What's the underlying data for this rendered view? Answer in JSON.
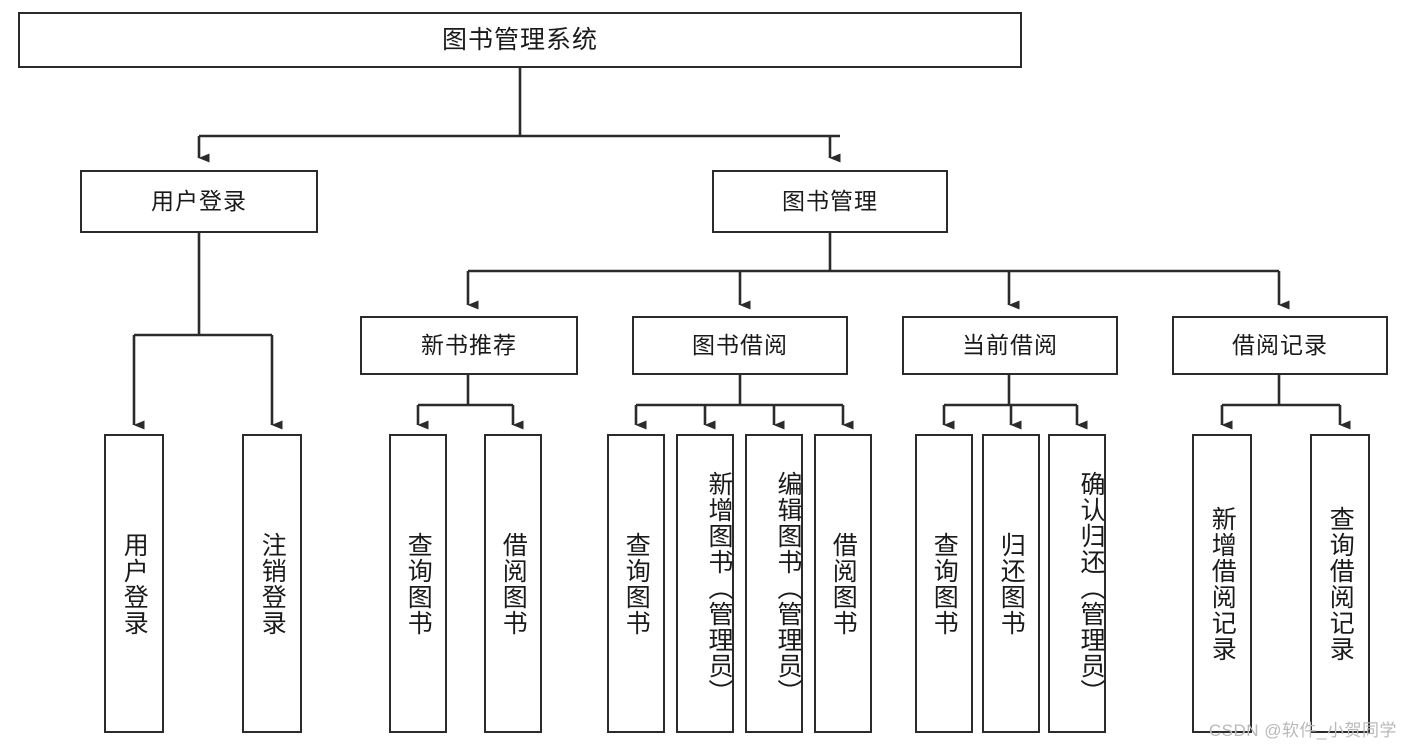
{
  "diagram": {
    "kind": "functional-decomposition-tree",
    "title_node": {
      "label": "图书管理系统"
    },
    "level2": [
      {
        "id": "user-login",
        "label": "用户登录"
      },
      {
        "id": "book-manage",
        "label": "图书管理"
      }
    ],
    "level3": [
      {
        "id": "new-book-rec",
        "label": "新书推荐"
      },
      {
        "id": "book-borrow",
        "label": "图书借阅"
      },
      {
        "id": "current-borrow",
        "label": "当前借阅"
      },
      {
        "id": "borrow-record",
        "label": "借阅记录"
      }
    ],
    "leaves": {
      "user_login": [
        {
          "id": "leaf-user-login",
          "label": "用户登录"
        },
        {
          "id": "leaf-logout-login",
          "label": "注销登录"
        }
      ],
      "new_book_rec": [
        {
          "id": "leaf-query-book-1",
          "label": "查询图书"
        },
        {
          "id": "leaf-borrow-book-1",
          "label": "借阅图书"
        }
      ],
      "book_borrow": [
        {
          "id": "leaf-query-book-2",
          "label": "查询图书"
        },
        {
          "id": "leaf-add-book",
          "label": "新增图书（管理员）"
        },
        {
          "id": "leaf-edit-book",
          "label": "编辑图书（管理员）"
        },
        {
          "id": "leaf-borrow-book-2",
          "label": "借阅图书"
        }
      ],
      "current_borrow": [
        {
          "id": "leaf-query-book-3",
          "label": "查询图书"
        },
        {
          "id": "leaf-return-book",
          "label": "归还图书"
        },
        {
          "id": "leaf-confirm-return",
          "label": "确认归还（管理员）"
        }
      ],
      "borrow_record": [
        {
          "id": "leaf-add-record",
          "label": "新增借阅记录"
        },
        {
          "id": "leaf-query-record",
          "label": "查询借阅记录"
        }
      ]
    }
  },
  "watermark": {
    "text": "CSDN @软件_小贺同学"
  },
  "colors": {
    "stroke": "#2b2b2b",
    "background": "#ffffff",
    "text": "#1a1a1a",
    "watermark": "#b9b9b9"
  }
}
